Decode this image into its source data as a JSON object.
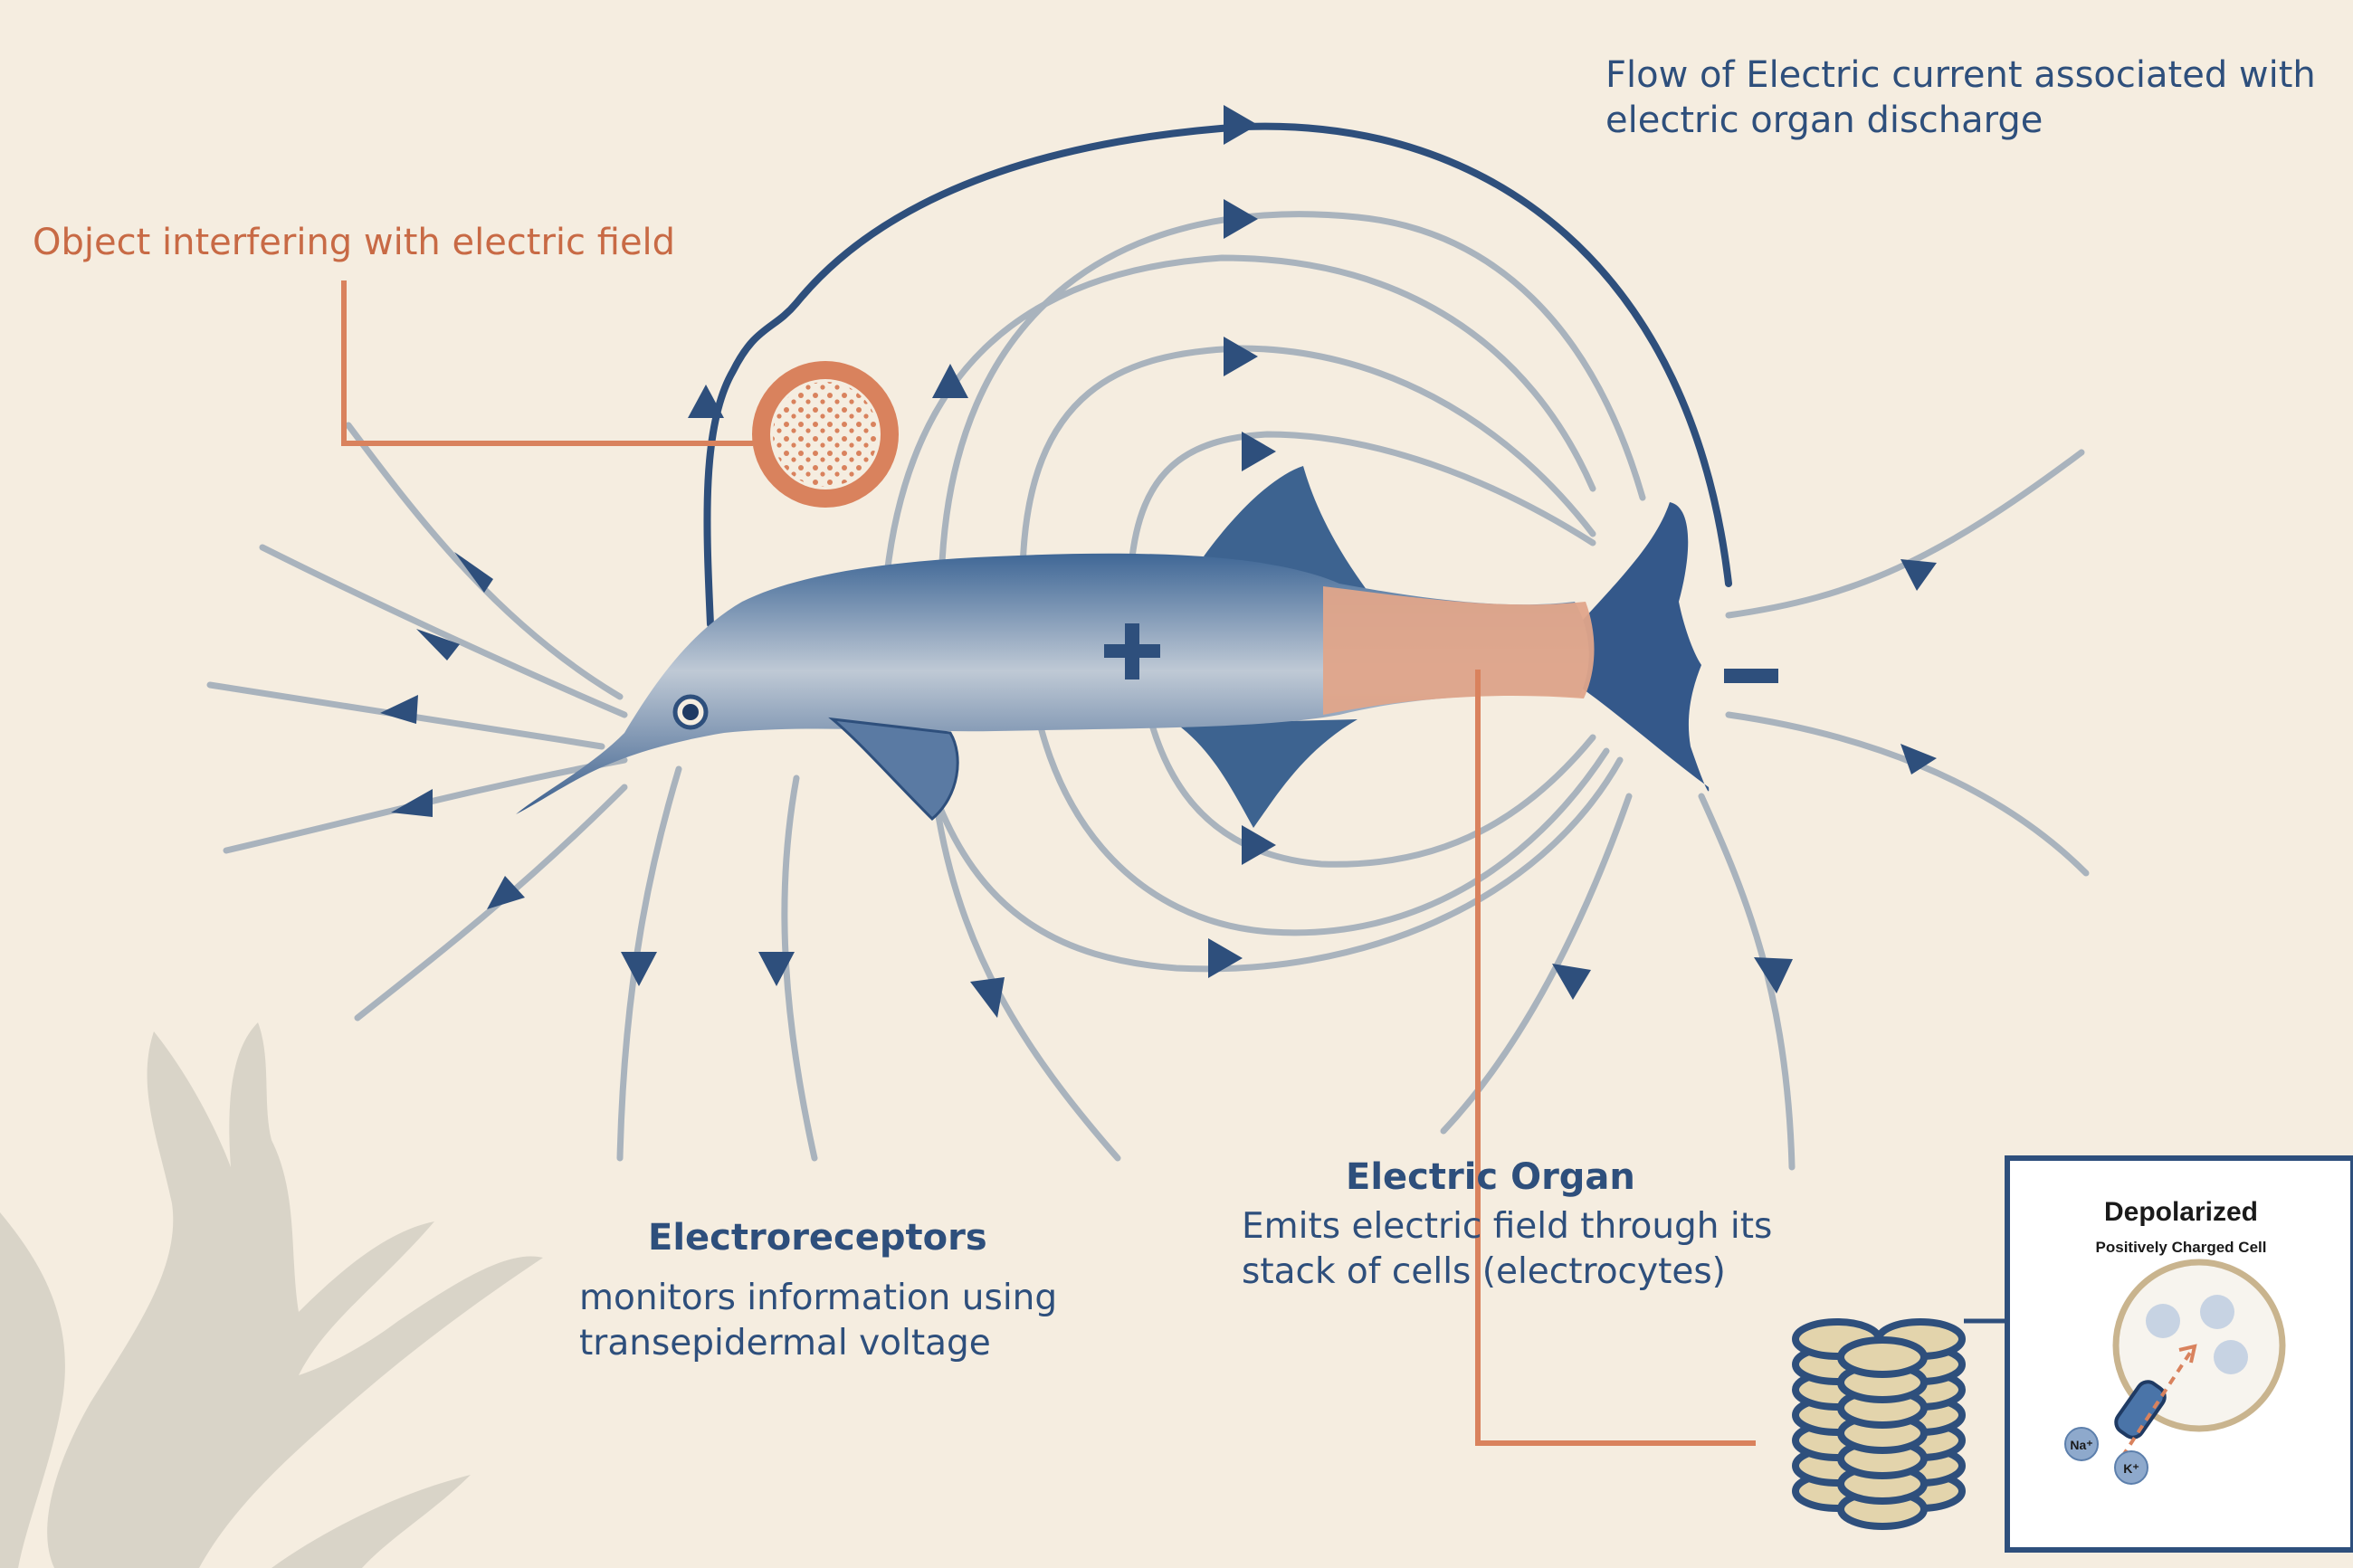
{
  "labels": {
    "flow_line1": "Flow of Electric current associated with",
    "flow_line2": "electric organ discharge",
    "object": "Object interfering with electric field",
    "electroreceptors_title": "Electroreceptors",
    "electroreceptors_line1": "monitors information using",
    "electroreceptors_line2": "transepidermal voltage",
    "organ_title": "Electric Organ",
    "organ_line1": "Emits electric field through its",
    "organ_line2": "stack of cells (electrocytes)"
  },
  "inset": {
    "title": "Depolarized",
    "subtitle": "Positively Charged Cell",
    "ion_na": "Na⁺",
    "ion_k": "K⁺"
  },
  "colors": {
    "background": "#f5ede0",
    "navy": "#2e4f7c",
    "gray_line": "#a9b3bd",
    "orange": "#d9825d",
    "organ": "#e0a58a",
    "coral": "#d7d2c6",
    "cell_tan": "#e3d4ac"
  }
}
